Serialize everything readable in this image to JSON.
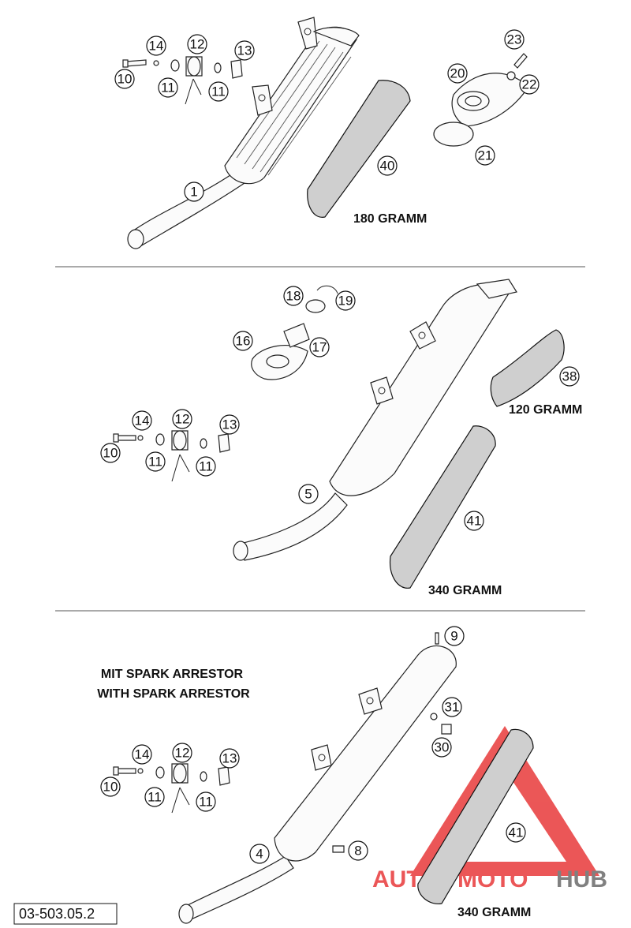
{
  "diagram": {
    "code": "03-503.05.2",
    "spark_arrestor_title_de": "MIT SPARK ARRESTOR",
    "spark_arrestor_title_en": "WITH SPARK ARRESTOR",
    "weights": {
      "w180": "180 GRAMM",
      "w120": "120 GRAMM",
      "w340a": "340 GRAMM",
      "w340b": "340 GRAMM"
    },
    "watermark": {
      "auto": "AUTO",
      "moto": "MOTO",
      "hub": "HUB",
      "color_red": "#e8393a",
      "color_gray": "#6b6b6b"
    },
    "callouts": {
      "s1": [
        "14",
        "12",
        "13",
        "10",
        "11",
        "11",
        "1",
        "40",
        "23",
        "20",
        "22",
        "21"
      ],
      "s2": [
        "18",
        "19",
        "16",
        "17",
        "14",
        "12",
        "13",
        "10",
        "11",
        "11",
        "5",
        "38",
        "41"
      ],
      "s3": [
        "9",
        "31",
        "30",
        "14",
        "12",
        "13",
        "10",
        "11",
        "11",
        "4",
        "8",
        "41"
      ]
    }
  }
}
